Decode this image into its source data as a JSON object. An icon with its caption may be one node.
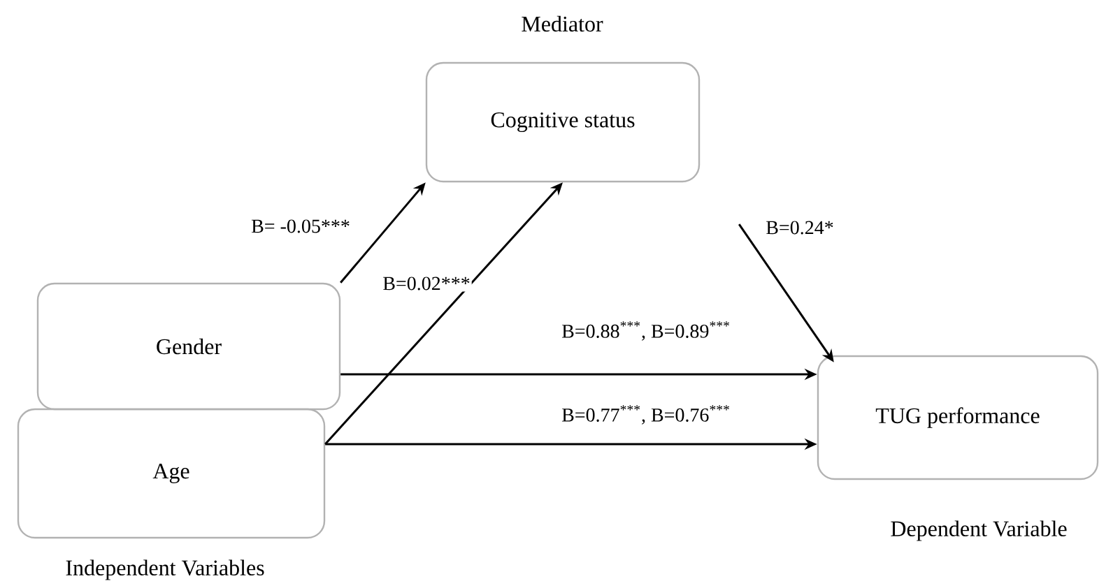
{
  "diagram": {
    "nodes": [
      {
        "text": [
          "Cognitive status"
        ],
        "beside": [
          "Mediator"
        ]
      },
      {
        "text": [
          "Gender"
        ]
      },
      {
        "text": [
          "Age"
        ]
      },
      {
        "text": [
          "TUG performance"
        ],
        "beside": [
          "Dependent Variable"
        ]
      }
    ],
    "edges": [
      {
        "from": 1,
        "to": 0,
        "arrow": "to",
        "label": "B= -0.05***"
      },
      {
        "from": 2,
        "to": 0,
        "arrow": "to",
        "label": "B=0.02***"
      },
      {
        "from": 0,
        "to": 3,
        "arrow": "to",
        "label": "B=0.24*"
      },
      {
        "from": 1,
        "to": 3,
        "arrow": "to",
        "label": "B=0.88$^{***}$, B=0.89$^{***}$"
      },
      {
        "from": 2,
        "to": 3,
        "arrow": "to",
        "label": "B=0.77$^{***}$, B=0.76$^{***}$"
      }
    ],
    "labels": [
      "Independent Variables"
    ]
  }
}
